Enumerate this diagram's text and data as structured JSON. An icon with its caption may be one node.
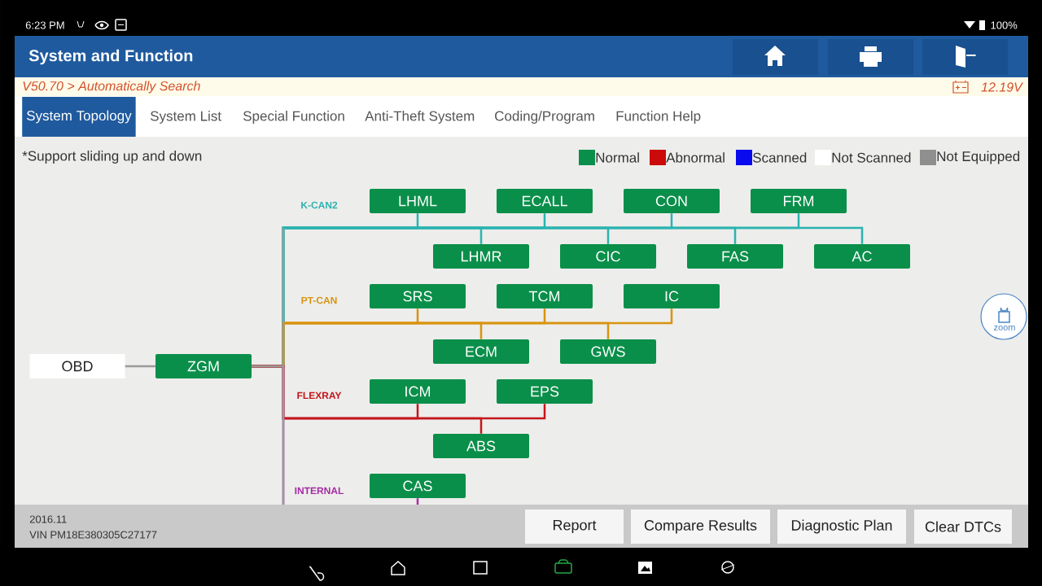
{
  "diagram": {
    "title": "System and Function",
    "nodes": [
      {
        "text": [
          "OBD"
        ]
      },
      {
        "text": [
          "ZGM"
        ]
      },
      {
        "text": [
          "LHML"
        ]
      },
      {
        "text": [
          "ECALL"
        ]
      },
      {
        "text": [
          "CON"
        ]
      },
      {
        "text": [
          "FRM"
        ]
      },
      {
        "text": [
          "LHMR"
        ]
      },
      {
        "text": [
          "CIC"
        ]
      },
      {
        "text": [
          "FAS"
        ]
      },
      {
        "text": [
          "AC"
        ]
      },
      {
        "text": [
          "SRS"
        ]
      },
      {
        "text": [
          "TCM"
        ]
      },
      {
        "text": [
          "IC"
        ]
      },
      {
        "text": [
          "ECM"
        ]
      },
      {
        "text": [
          "GWS"
        ]
      },
      {
        "text": [
          "ICM"
        ]
      },
      {
        "text": [
          "EPS"
        ]
      },
      {
        "text": [
          "ABS"
        ]
      },
      {
        "text": [
          "CAS"
        ]
      }
    ],
    "edges": [
      {
        "from": 0,
        "to": 1,
        "arrow": "none",
        "color": "#9a9a9a"
      },
      {
        "from": 1,
        "to": 2,
        "arrow": "none",
        "color": "#2ab3b0"
      },
      {
        "from": 1,
        "to": 3,
        "arrow": "none",
        "color": "#2ab3b0"
      },
      {
        "from": 1,
        "to": 4,
        "arrow": "none",
        "color": "#2ab3b0"
      },
      {
        "from": 1,
        "to": 5,
        "arrow": "none",
        "color": "#2ab3b0"
      },
      {
        "from": 1,
        "to": 6,
        "arrow": "none",
        "color": "#2ab3b0"
      },
      {
        "from": 1,
        "to": 7,
        "arrow": "none",
        "color": "#2ab3b0"
      },
      {
        "from": 1,
        "to": 8,
        "arrow": "none",
        "color": "#2ab3b0"
      },
      {
        "from": 1,
        "to": 9,
        "arrow": "none",
        "color": "#2ab3b0"
      },
      {
        "from": 1,
        "to": 10,
        "arrow": "none",
        "color": "#d9930f"
      },
      {
        "from": 1,
        "to": 11,
        "arrow": "none",
        "color": "#d9930f"
      },
      {
        "from": 1,
        "to": 12,
        "arrow": "none",
        "color": "#d9930f"
      },
      {
        "from": 1,
        "to": 13,
        "arrow": "none",
        "color": "#d9930f"
      },
      {
        "from": 1,
        "to": 14,
        "arrow": "none",
        "color": "#d9930f"
      },
      {
        "from": 1,
        "to": 15,
        "arrow": "none",
        "color": "#c4161c"
      },
      {
        "from": 1,
        "to": 16,
        "arrow": "none",
        "color": "#c4161c"
      },
      {
        "from": 1,
        "to": 17,
        "arrow": "none",
        "color": "#c4161c"
      },
      {
        "from": 1,
        "to": 18,
        "arrow": "none",
        "color": "#a62aa6"
      }
    ],
    "labels": [
      "6:23 PM",
      "100%",
      "V50.70 > Automatically Search",
      "12.19V",
      "System Topology",
      "System List",
      "Special Function",
      "Anti-Theft System",
      "Coding/Program",
      "Function Help",
      "*Support sliding up and down",
      "K-CAN2",
      "PT-CAN",
      "FLEXRAY",
      "INTERNAL",
      "zoom",
      "2016.11",
      "VIN PM18E380305C27177",
      "Report",
      "Compare Results",
      "Diagnostic Plan",
      "Clear DTCs"
    ],
    "legend": [
      {
        "text": "Normal",
        "color": "#0a8f4a"
      },
      {
        "text": "Abnormal",
        "color": "#cc0a0a"
      },
      {
        "text": "Scanned",
        "color": "#0a0aee"
      },
      {
        "text": "Not Scanned",
        "color": "#ffffff"
      },
      {
        "text": "Not Equipped",
        "color": "#8f8f8f"
      }
    ]
  }
}
